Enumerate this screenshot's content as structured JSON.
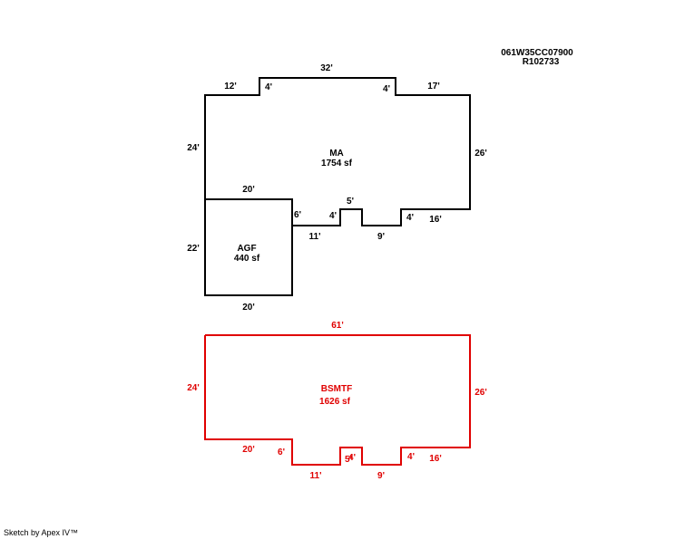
{
  "header": {
    "parcel_id": "061W35CC07900",
    "ref": "R102733"
  },
  "main_floor": {
    "name": "MA",
    "area": "1754 sf",
    "dims": {
      "top_left": "12'",
      "step_left": "4'",
      "top_mid": "32'",
      "step_right": "4'",
      "top_right": "17'",
      "right": "26'",
      "left": "24'",
      "bot_right": "16'",
      "bot_right_step": "4'",
      "bot_mid": "9'",
      "notch_right": "4'",
      "notch_top": "5'",
      "bot_left": "11'",
      "left_step": "6'",
      "inner_top": "20'"
    }
  },
  "garage": {
    "name": "AGF",
    "area": "440 sf",
    "dims": {
      "left": "22'",
      "bottom": "20'"
    }
  },
  "basement": {
    "name": "BSMTF",
    "area": "1626 sf",
    "colors": {
      "stroke": "#e00000"
    },
    "dims": {
      "top": "61'",
      "left": "24'",
      "right": "26'",
      "bot_left": "20'",
      "step_left": "6'",
      "bot_mid_left": "11'",
      "notch": "5'",
      "notch_small": "4'",
      "bot_mid_right": "9'",
      "step_right": "4'",
      "bot_right": "16'"
    }
  },
  "footer": {
    "credit": "Sketch by Apex IV™"
  }
}
